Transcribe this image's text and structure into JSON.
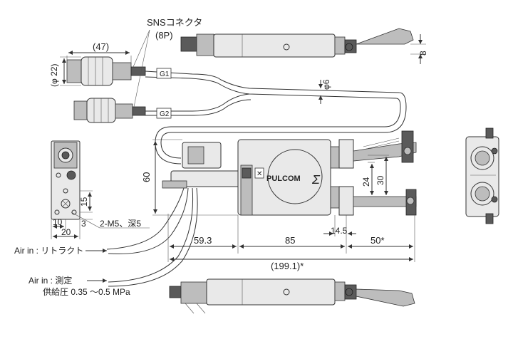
{
  "labels": {
    "connector": "SNSコネクタ",
    "connector_pins": "(8P)",
    "cable_g1": "G1",
    "cable_g2": "G2",
    "brand": "PULCOM",
    "brand_symbol": "Σ",
    "air_retract": "Air in : リトラクト",
    "air_measure": "Air in : 測定",
    "pressure": "供給圧 0.35 ～0.5 MPa",
    "thread": "2-M5、深5"
  },
  "dimensions": {
    "d47": "(47)",
    "d22": "(φ 22)",
    "d6": "φ6",
    "d8": "8",
    "d60": "60",
    "d24": "24",
    "d30": "30",
    "d15": "15",
    "d3": "3",
    "d10": "10",
    "d20": "20",
    "d59_3": "59.3",
    "d85": "85",
    "d14_5": "14.5",
    "d50": "50*",
    "d199_1": "(199.1)*"
  }
}
